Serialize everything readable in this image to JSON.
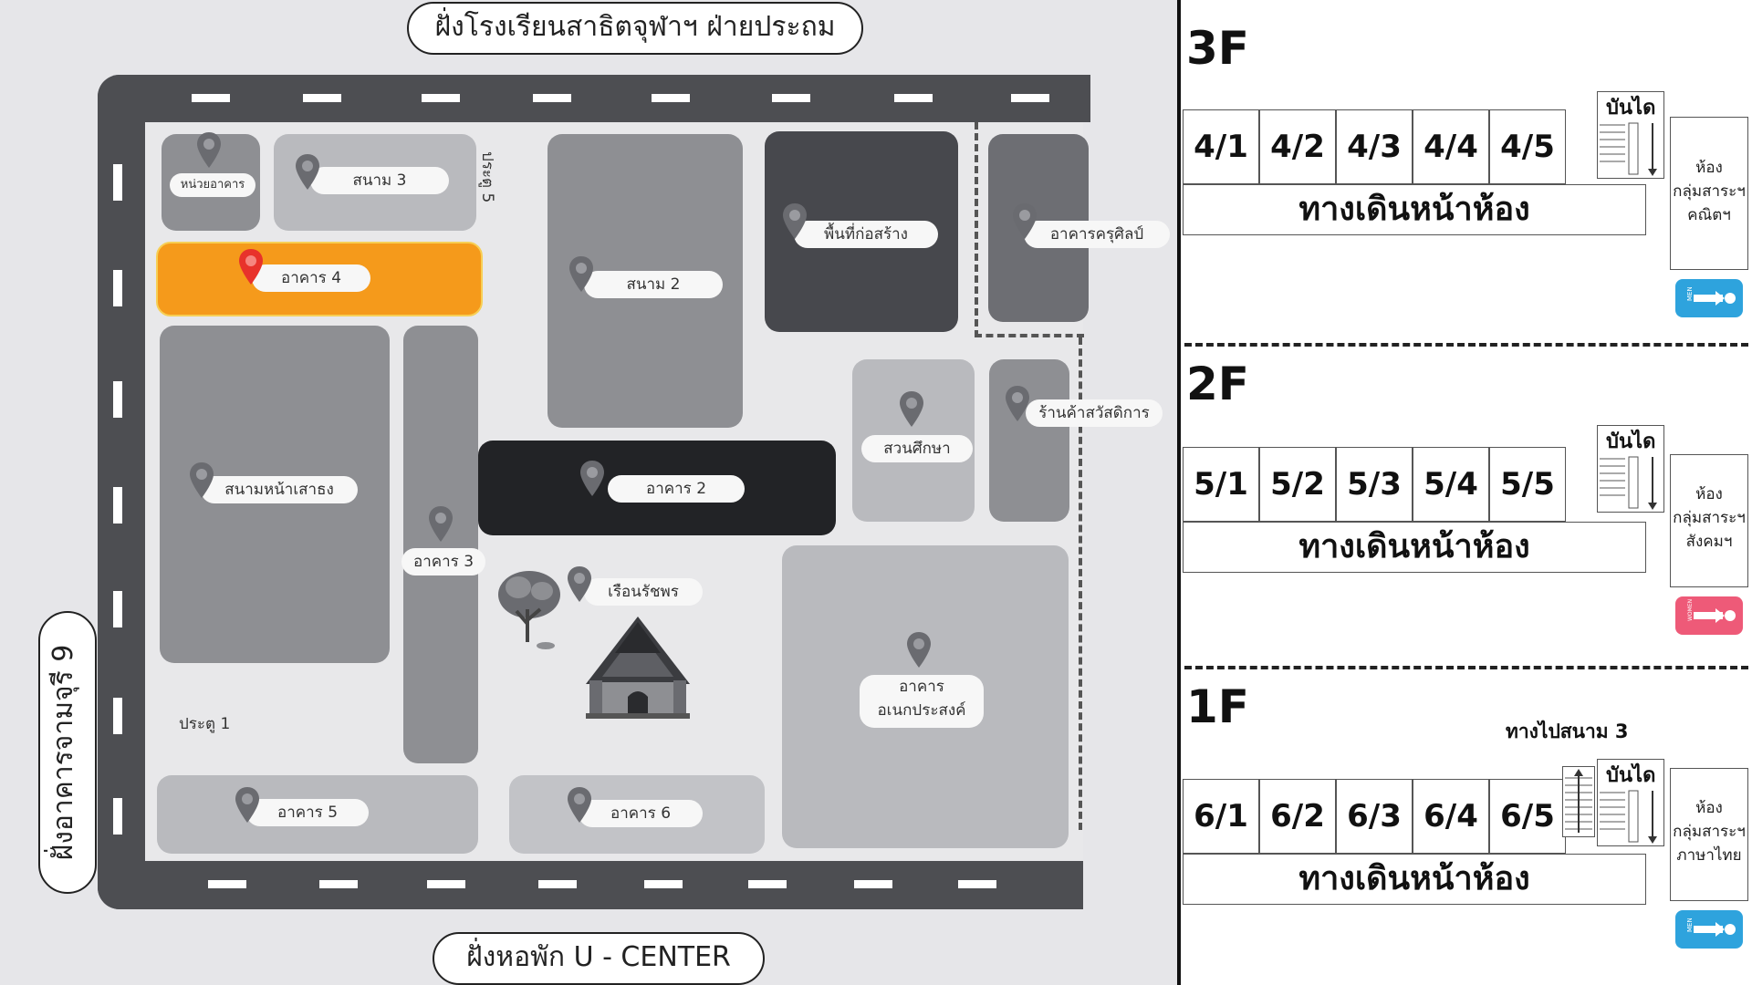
{
  "map": {
    "top_side": "ฝั่งโรงเรียนสาธิตจุฬาฯ ฝ่ายประถม",
    "bottom_side": "ฝั่งหอพัก U - CENTER",
    "left_side": "ฝั่งอาคารจามจุรี 9",
    "places": {
      "maintenance": "หน่วยอาคาร",
      "field3": "สนาม 3",
      "gate5": "ประตู 5",
      "field2": "สนาม 2",
      "construction": "พื้นที่ก่อสร้าง",
      "khurusilp": "อาคารครุศิลป์",
      "building4": "อาคาร 4",
      "flagpole_field": "สนามหน้าเสาธง",
      "building3": "อาคาร 3",
      "building2": "อาคาร 2",
      "garden": "สวนศึกษา",
      "welfare_shop": "ร้านค้าสวัสดิการ",
      "ruean_ratchaphon": "เรือนรัชพร",
      "multipurpose_1": "อาคาร",
      "multipurpose_2": "อเนกประสงค์",
      "gate1": "ประตู 1",
      "building5": "อาคาร 5",
      "building6": "อาคาร 6"
    },
    "highlight_color": "#f59a1b",
    "pin_active_color": "#e8322b"
  },
  "floors": {
    "f3": {
      "title": "3F",
      "rooms": [
        "4/1",
        "4/2",
        "4/3",
        "4/4",
        "4/5"
      ],
      "corridor": "ทางเดินหน้าห้อง",
      "stairs": "บันได",
      "side_room": [
        "ห้อง",
        "กลุ่มสาระฯ",
        "คณิตฯ"
      ],
      "toilet": "MEN",
      "toilet_color": "#2ea3dd"
    },
    "f2": {
      "title": "2F",
      "rooms": [
        "5/1",
        "5/2",
        "5/3",
        "5/4",
        "5/5"
      ],
      "corridor": "ทางเดินหน้าห้อง",
      "stairs": "บันได",
      "side_room": [
        "ห้อง",
        "กลุ่มสาระฯ",
        "สังคมฯ"
      ],
      "toilet": "WOMEN",
      "toilet_color": "#ee5a78"
    },
    "f1": {
      "title": "1F",
      "rooms": [
        "6/1",
        "6/2",
        "6/3",
        "6/4",
        "6/5"
      ],
      "corridor": "ทางเดินหน้าห้อง",
      "stairs": "บันได",
      "to_field": "ทางไปสนาม 3",
      "side_room": [
        "ห้อง",
        "กลุ่มสาระฯ",
        "ภาษาไทย"
      ],
      "toilet": "MEN",
      "toilet_color": "#2ea3dd"
    }
  }
}
